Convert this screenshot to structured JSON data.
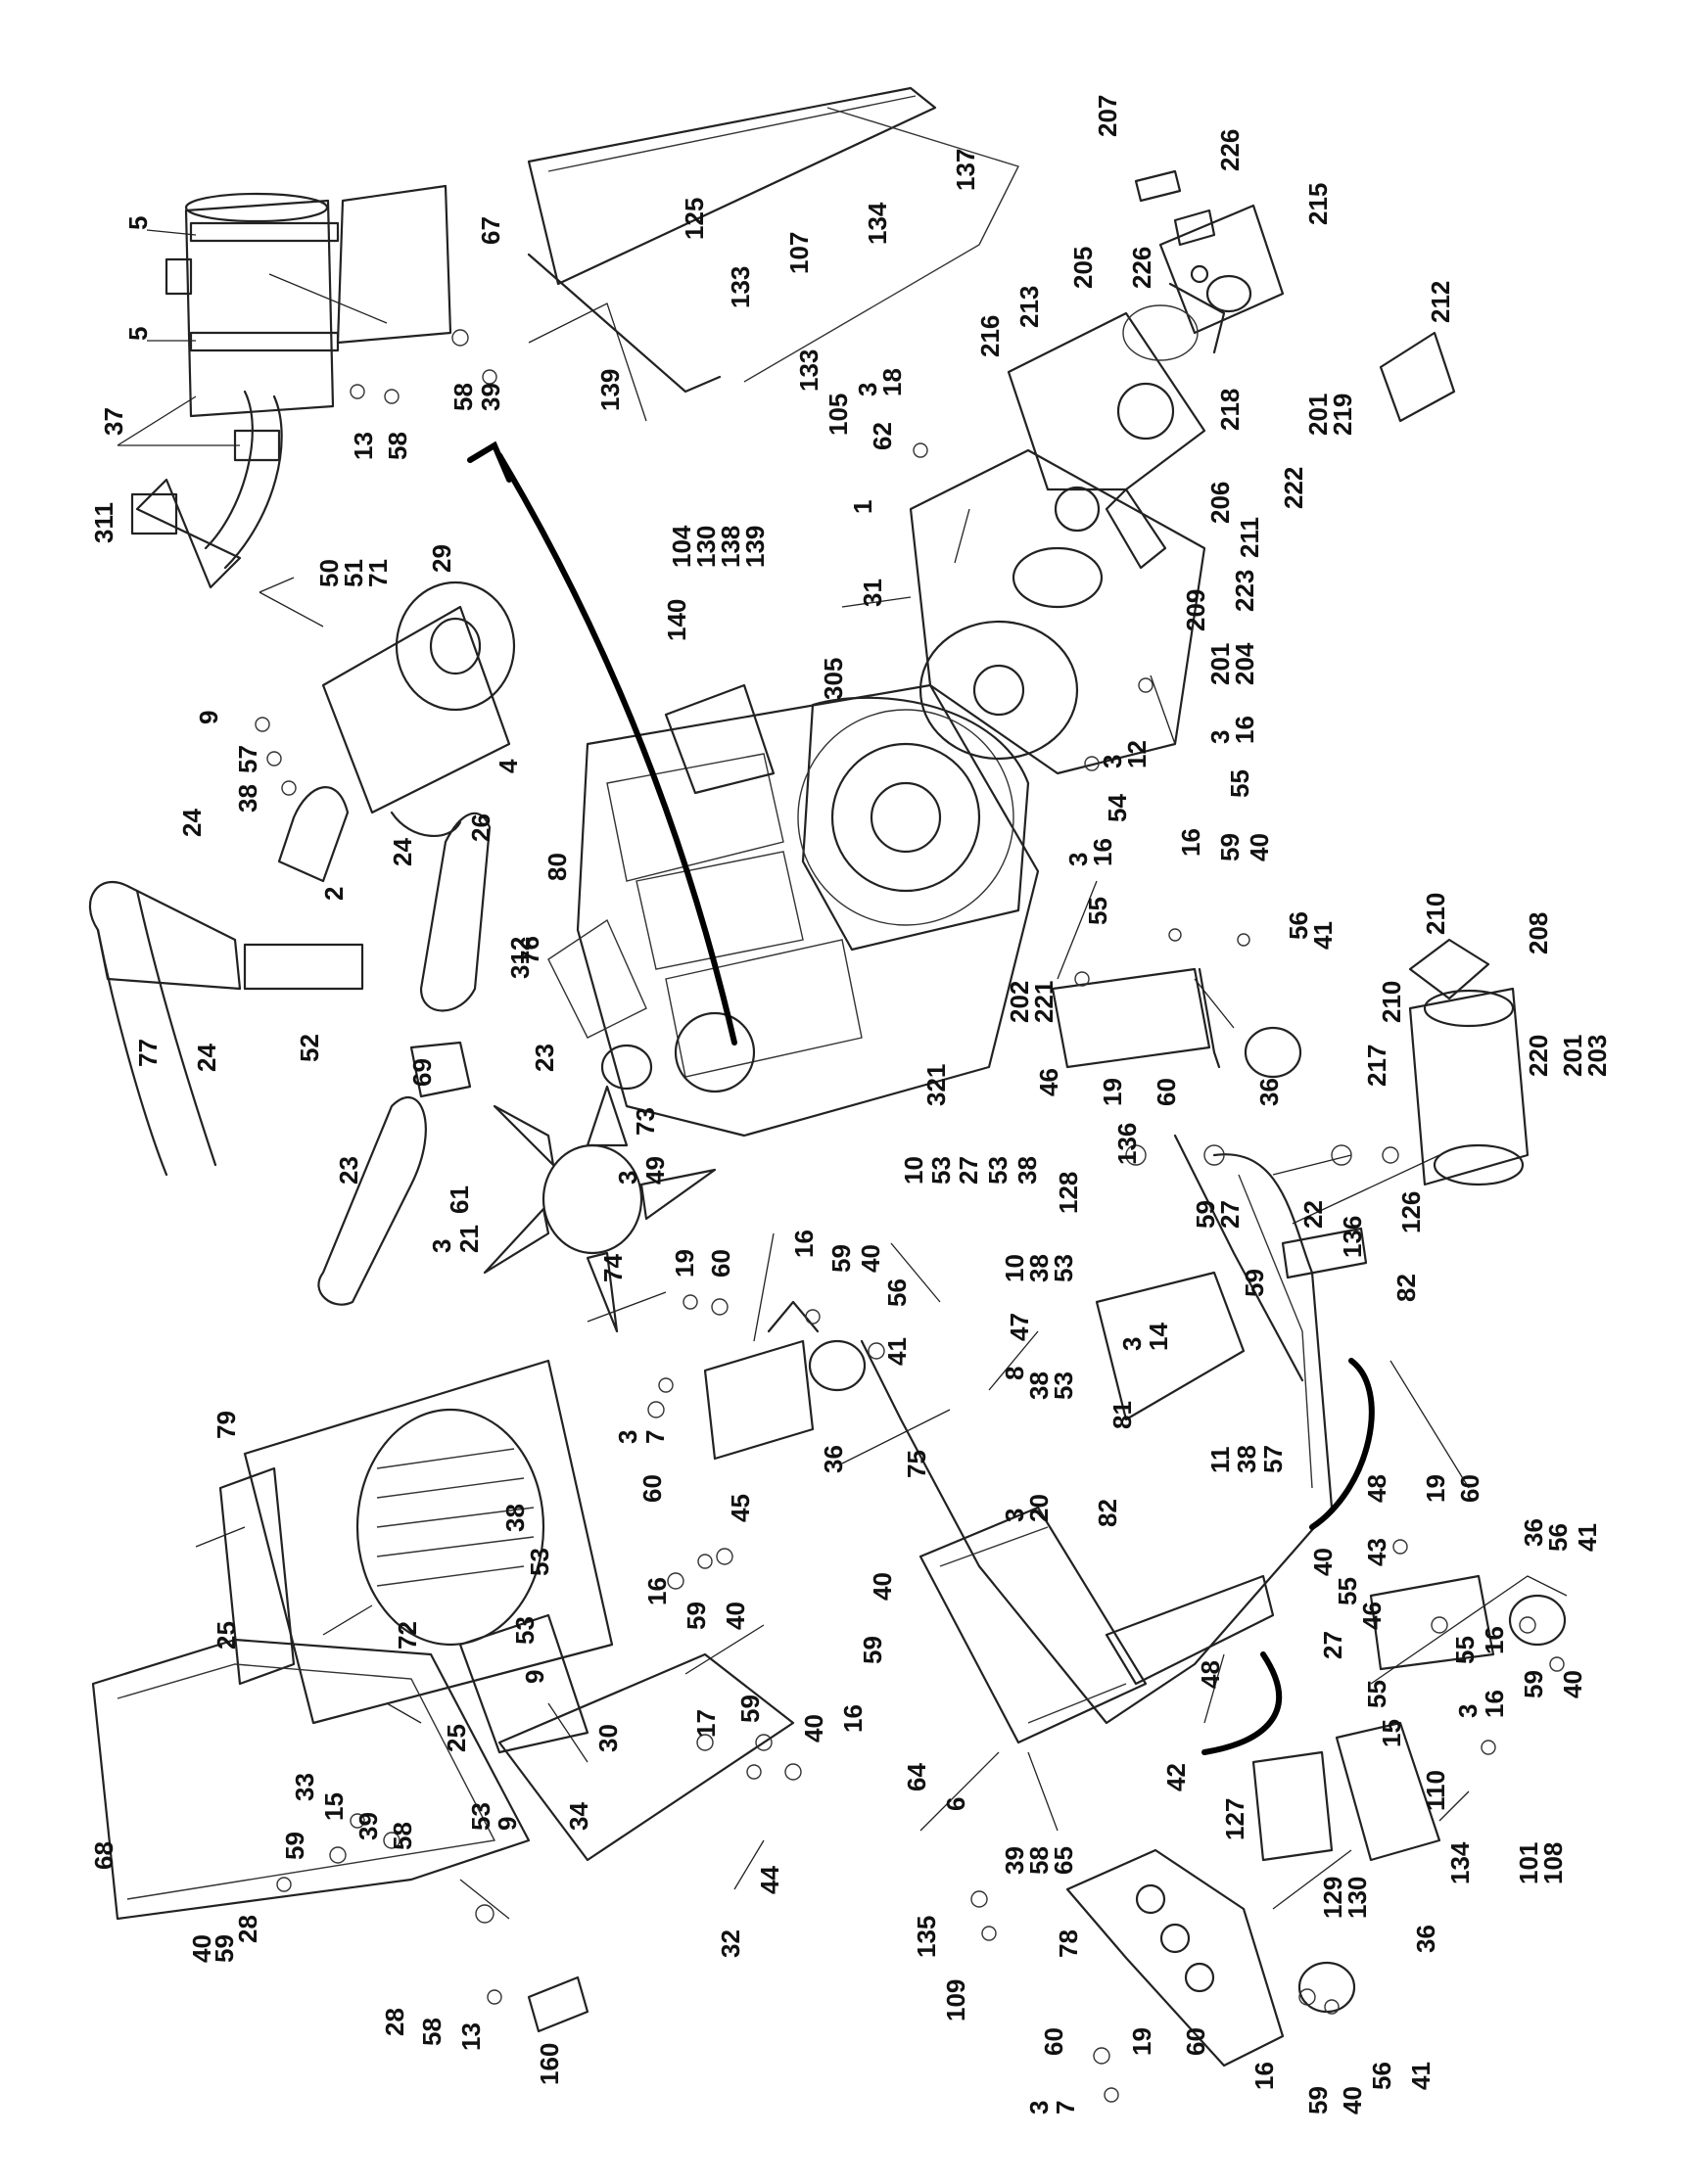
{
  "colors": {
    "ink": "#111111",
    "background": "#ffffff"
  },
  "labels": [
    {
      "id": "l5a",
      "text": "5"
    },
    {
      "id": "l5b",
      "text": "5"
    },
    {
      "id": "l67",
      "text": "67"
    },
    {
      "id": "l37",
      "text": "37"
    },
    {
      "id": "l58a",
      "text": "58"
    },
    {
      "id": "l39a",
      "text": "39"
    },
    {
      "id": "l13a",
      "text": "13"
    },
    {
      "id": "l58b",
      "text": "58"
    },
    {
      "id": "l311",
      "text": "311"
    },
    {
      "id": "l50",
      "text": "50"
    },
    {
      "id": "l51",
      "text": "51"
    },
    {
      "id": "l71",
      "text": "71"
    },
    {
      "id": "l29",
      "text": "29"
    },
    {
      "id": "l9a",
      "text": "9"
    },
    {
      "id": "l57a",
      "text": "57"
    },
    {
      "id": "l38a",
      "text": "38"
    },
    {
      "id": "l4",
      "text": "4"
    },
    {
      "id": "l26",
      "text": "26"
    },
    {
      "id": "l24a",
      "text": "24"
    },
    {
      "id": "l24b",
      "text": "24"
    },
    {
      "id": "l2",
      "text": "2"
    },
    {
      "id": "l76",
      "text": "76"
    },
    {
      "id": "l77",
      "text": "77"
    },
    {
      "id": "l24c",
      "text": "24"
    },
    {
      "id": "l52",
      "text": "52"
    },
    {
      "id": "l23a",
      "text": "23"
    },
    {
      "id": "l69",
      "text": "69"
    },
    {
      "id": "l23b",
      "text": "23"
    },
    {
      "id": "l3a",
      "text": "3"
    },
    {
      "id": "l21",
      "text": "21"
    },
    {
      "id": "l61",
      "text": "61"
    },
    {
      "id": "l74",
      "text": "74"
    },
    {
      "id": "l3b",
      "text": "3"
    },
    {
      "id": "l49",
      "text": "49"
    },
    {
      "id": "l73",
      "text": "73"
    },
    {
      "id": "l80",
      "text": "80"
    },
    {
      "id": "l312",
      "text": "312"
    },
    {
      "id": "l125",
      "text": "125"
    },
    {
      "id": "l133a",
      "text": "133"
    },
    {
      "id": "l107",
      "text": "107"
    },
    {
      "id": "l134a",
      "text": "134"
    },
    {
      "id": "l137",
      "text": "137"
    },
    {
      "id": "l139a",
      "text": "139"
    },
    {
      "id": "l133b",
      "text": "133"
    },
    {
      "id": "l105",
      "text": "105"
    },
    {
      "id": "l104",
      "text": "104"
    },
    {
      "id": "l130a",
      "text": "130"
    },
    {
      "id": "l138",
      "text": "138"
    },
    {
      "id": "l139b",
      "text": "139"
    },
    {
      "id": "l140",
      "text": "140"
    },
    {
      "id": "l3c",
      "text": "3"
    },
    {
      "id": "l18",
      "text": "18"
    },
    {
      "id": "l62",
      "text": "62"
    },
    {
      "id": "l1",
      "text": "1"
    },
    {
      "id": "l31",
      "text": "31"
    },
    {
      "id": "l305",
      "text": "305"
    },
    {
      "id": "l3d",
      "text": "3"
    },
    {
      "id": "l12",
      "text": "12"
    },
    {
      "id": "l54",
      "text": "54"
    },
    {
      "id": "l3e",
      "text": "3"
    },
    {
      "id": "l16a",
      "text": "16"
    },
    {
      "id": "l55a",
      "text": "55"
    },
    {
      "id": "l201a",
      "text": "201"
    },
    {
      "id": "l204",
      "text": "204"
    },
    {
      "id": "l216",
      "text": "216"
    },
    {
      "id": "l213",
      "text": "213"
    },
    {
      "id": "l205",
      "text": "205"
    },
    {
      "id": "l207",
      "text": "207"
    },
    {
      "id": "l226a",
      "text": "226"
    },
    {
      "id": "l226b",
      "text": "226"
    },
    {
      "id": "l215",
      "text": "215"
    },
    {
      "id": "l212",
      "text": "212"
    },
    {
      "id": "l218",
      "text": "218"
    },
    {
      "id": "l201b",
      "text": "201"
    },
    {
      "id": "l219",
      "text": "219"
    },
    {
      "id": "l222",
      "text": "222"
    },
    {
      "id": "l206",
      "text": "206"
    },
    {
      "id": "l211",
      "text": "211"
    },
    {
      "id": "l223",
      "text": "223"
    },
    {
      "id": "l209",
      "text": "209"
    },
    {
      "id": "l3f",
      "text": "3"
    },
    {
      "id": "l16b",
      "text": "16"
    },
    {
      "id": "l55b",
      "text": "55"
    },
    {
      "id": "l16c",
      "text": "16"
    },
    {
      "id": "l59a",
      "text": "59"
    },
    {
      "id": "l40a",
      "text": "40"
    },
    {
      "id": "l56a",
      "text": "56"
    },
    {
      "id": "l41a",
      "text": "41"
    },
    {
      "id": "l46a",
      "text": "46"
    },
    {
      "id": "l19a",
      "text": "19"
    },
    {
      "id": "l60a",
      "text": "60"
    },
    {
      "id": "l36a",
      "text": "36"
    },
    {
      "id": "l202",
      "text": "202"
    },
    {
      "id": "l221",
      "text": "221"
    },
    {
      "id": "l321",
      "text": "321"
    },
    {
      "id": "l210a",
      "text": "210"
    },
    {
      "id": "l210b",
      "text": "210"
    },
    {
      "id": "l208",
      "text": "208"
    },
    {
      "id": "l217",
      "text": "217"
    },
    {
      "id": "l220",
      "text": "220"
    },
    {
      "id": "l201c",
      "text": "201"
    },
    {
      "id": "l203",
      "text": "203"
    },
    {
      "id": "l128",
      "text": "128"
    },
    {
      "id": "l136a",
      "text": "136"
    },
    {
      "id": "l10a",
      "text": "10"
    },
    {
      "id": "l53a",
      "text": "53"
    },
    {
      "id": "l27a",
      "text": "27"
    },
    {
      "id": "l53b",
      "text": "53"
    },
    {
      "id": "l38b",
      "text": "38"
    },
    {
      "id": "l22",
      "text": "22"
    },
    {
      "id": "l136b",
      "text": "136"
    },
    {
      "id": "l126",
      "text": "126"
    },
    {
      "id": "l19b",
      "text": "19"
    },
    {
      "id": "l60b",
      "text": "60"
    },
    {
      "id": "l16d",
      "text": "16"
    },
    {
      "id": "l59b",
      "text": "59"
    },
    {
      "id": "l40b",
      "text": "40"
    },
    {
      "id": "l56b",
      "text": "56"
    },
    {
      "id": "l41b",
      "text": "41"
    },
    {
      "id": "l3g",
      "text": "3"
    },
    {
      "id": "l7a",
      "text": "7"
    },
    {
      "id": "l60c",
      "text": "60"
    },
    {
      "id": "l45",
      "text": "45"
    },
    {
      "id": "l36b",
      "text": "36"
    },
    {
      "id": "l10b",
      "text": "10"
    },
    {
      "id": "l38c",
      "text": "38"
    },
    {
      "id": "l53c",
      "text": "53"
    },
    {
      "id": "l47",
      "text": "47"
    },
    {
      "id": "l8",
      "text": "8"
    },
    {
      "id": "l38d",
      "text": "38"
    },
    {
      "id": "l53d",
      "text": "53"
    },
    {
      "id": "l59c",
      "text": "59"
    },
    {
      "id": "l27b",
      "text": "27"
    },
    {
      "id": "l59d",
      "text": "59"
    },
    {
      "id": "l3h",
      "text": "3"
    },
    {
      "id": "l14",
      "text": "14"
    },
    {
      "id": "l81",
      "text": "81"
    },
    {
      "id": "l82a",
      "text": "82"
    },
    {
      "id": "l82b",
      "text": "82"
    },
    {
      "id": "l75",
      "text": "75"
    },
    {
      "id": "l3i",
      "text": "3"
    },
    {
      "id": "l20",
      "text": "20"
    },
    {
      "id": "l11",
      "text": "11"
    },
    {
      "id": "l38e",
      "text": "38"
    },
    {
      "id": "l57b",
      "text": "57"
    },
    {
      "id": "l48a",
      "text": "48"
    },
    {
      "id": "l19c",
      "text": "19"
    },
    {
      "id": "l60d",
      "text": "60"
    },
    {
      "id": "l36c",
      "text": "36"
    },
    {
      "id": "l56c",
      "text": "56"
    },
    {
      "id": "l41c",
      "text": "41"
    },
    {
      "id": "l43",
      "text": "43"
    },
    {
      "id": "l40c",
      "text": "40"
    },
    {
      "id": "l55c",
      "text": "55"
    },
    {
      "id": "l46b",
      "text": "46"
    },
    {
      "id": "l27c",
      "text": "27"
    },
    {
      "id": "l55d",
      "text": "55"
    },
    {
      "id": "l55e",
      "text": "55"
    },
    {
      "id": "l15a",
      "text": "15"
    },
    {
      "id": "l3j",
      "text": "3"
    },
    {
      "id": "l16e",
      "text": "16"
    },
    {
      "id": "l16f",
      "text": "16"
    },
    {
      "id": "l59e",
      "text": "59"
    },
    {
      "id": "l40d",
      "text": "40"
    },
    {
      "id": "l79",
      "text": "79"
    },
    {
      "id": "l38f",
      "text": "38"
    },
    {
      "id": "l53e",
      "text": "53"
    },
    {
      "id": "l16g",
      "text": "16"
    },
    {
      "id": "l59f",
      "text": "59"
    },
    {
      "id": "l40e",
      "text": "40"
    },
    {
      "id": "l25a",
      "text": "25"
    },
    {
      "id": "l72",
      "text": "72"
    },
    {
      "id": "l53f",
      "text": "53"
    },
    {
      "id": "l9b",
      "text": "9"
    },
    {
      "id": "l30",
      "text": "30"
    },
    {
      "id": "l25b",
      "text": "25"
    },
    {
      "id": "l33",
      "text": "33"
    },
    {
      "id": "l53g",
      "text": "53"
    },
    {
      "id": "l9c",
      "text": "9"
    },
    {
      "id": "l34",
      "text": "34"
    },
    {
      "id": "l17",
      "text": "17"
    },
    {
      "id": "l59g",
      "text": "59"
    },
    {
      "id": "l40f",
      "text": "40"
    },
    {
      "id": "l40g",
      "text": "40"
    },
    {
      "id": "l59h",
      "text": "59"
    },
    {
      "id": "l16h",
      "text": "16"
    },
    {
      "id": "l64",
      "text": "64"
    },
    {
      "id": "l6",
      "text": "6"
    },
    {
      "id": "l39b",
      "text": "39"
    },
    {
      "id": "l58c",
      "text": "58"
    },
    {
      "id": "l65",
      "text": "65"
    },
    {
      "id": "l48b",
      "text": "48"
    },
    {
      "id": "l42",
      "text": "42"
    },
    {
      "id": "l127",
      "text": "127"
    },
    {
      "id": "l129",
      "text": "129"
    },
    {
      "id": "l130b",
      "text": "130"
    },
    {
      "id": "l110",
      "text": "110"
    },
    {
      "id": "l134b",
      "text": "134"
    },
    {
      "id": "l101",
      "text": "101"
    },
    {
      "id": "l108",
      "text": "108"
    },
    {
      "id": "l36d",
      "text": "36"
    },
    {
      "id": "l68",
      "text": "68"
    },
    {
      "id": "l59i",
      "text": "59"
    },
    {
      "id": "l15b",
      "text": "15"
    },
    {
      "id": "l39c",
      "text": "39"
    },
    {
      "id": "l58d",
      "text": "58"
    },
    {
      "id": "l40h",
      "text": "40"
    },
    {
      "id": "l59j",
      "text": "59"
    },
    {
      "id": "l28a",
      "text": "28"
    },
    {
      "id": "l28b",
      "text": "28"
    },
    {
      "id": "l58e",
      "text": "58"
    },
    {
      "id": "l13b",
      "text": "13"
    },
    {
      "id": "l160",
      "text": "160"
    },
    {
      "id": "l32",
      "text": "32"
    },
    {
      "id": "l44",
      "text": "44"
    },
    {
      "id": "l135",
      "text": "135"
    },
    {
      "id": "l109",
      "text": "109"
    },
    {
      "id": "l78",
      "text": "78"
    },
    {
      "id": "l3k",
      "text": "3"
    },
    {
      "id": "l7b",
      "text": "7"
    },
    {
      "id": "l60e",
      "text": "60"
    },
    {
      "id": "l19d",
      "text": "19"
    },
    {
      "id": "l60f",
      "text": "60"
    },
    {
      "id": "l16i",
      "text": "16"
    },
    {
      "id": "l59k",
      "text": "59"
    },
    {
      "id": "l40i",
      "text": "40"
    },
    {
      "id": "l56d",
      "text": "56"
    },
    {
      "id": "l41d",
      "text": "41"
    }
  ]
}
